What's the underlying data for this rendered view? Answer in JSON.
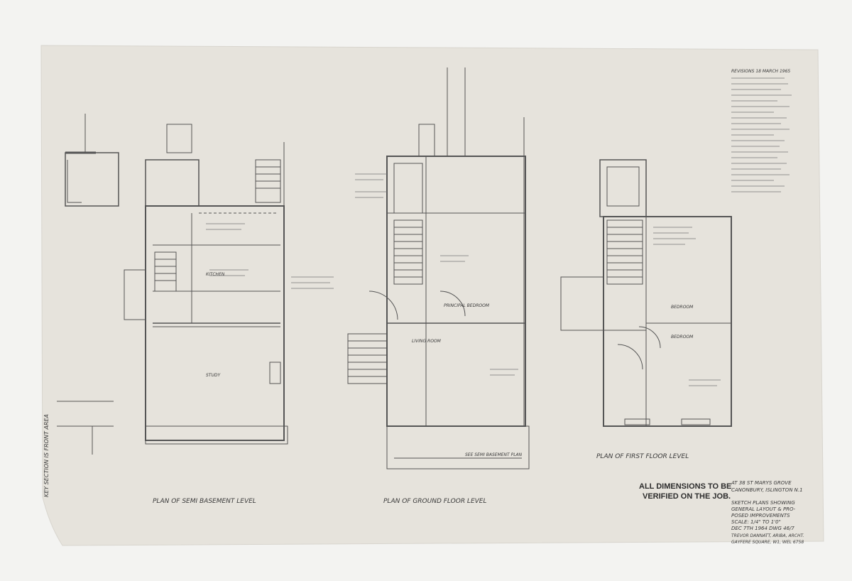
{
  "drawing": {
    "plans": {
      "semi_basement": "PLAN OF SEMI BASEMENT LEVEL",
      "ground_floor": "PLAN OF GROUND FLOOR LEVEL",
      "first_floor": "PLAN OF FIRST FLOOR LEVEL"
    },
    "key_section": "KEY SECTION IS FRONT AREA",
    "notice": {
      "line1": "ALL DIMENSIONS TO BE",
      "line2": "VERIFIED ON THE JOB."
    },
    "title_block": {
      "address1": "AT 38 ST MARYS GROVE",
      "address2": "CANONBURY, ISLINGTON  N.1",
      "desc1": "SKETCH PLANS SHOWING",
      "desc2": "GENERAL LAYOUT & PRO-",
      "desc3": "POSED IMPROVEMENTS",
      "scale": "SCALE: 1/4\" TO 1'0\"",
      "date": "DEC 7TH 1964   DWG 46/7",
      "architect1": "TREVOR DANNATT, ARIBA, ARCHT.",
      "architect2": "GAYFERE SQUARE, W1, WEL 6758"
    },
    "revisions_header": "REVISIONS 18 MARCH 1965",
    "room_labels": {
      "principal_bedroom": "PRINCIPAL BEDROOM",
      "living_room": "LIVING ROOM",
      "bedroom": "BEDROOM",
      "bedroom2": "BEDROOM",
      "study": "STUDY",
      "kitchen": "KITCHEN",
      "see_semi_basement": "SEE SEMI BASEMENT PLAN"
    }
  }
}
